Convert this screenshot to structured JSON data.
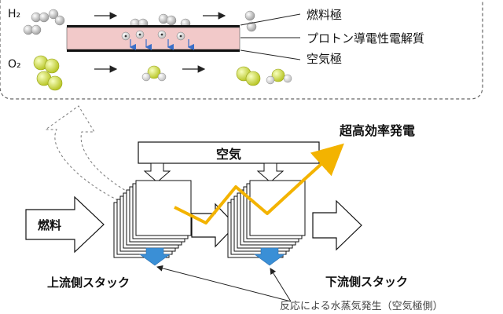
{
  "inset": {
    "h2_label": "H₂",
    "o2_label": "O₂",
    "fuel_electrode": "燃料極",
    "membrane": "プロトン導電性電解質",
    "air_electrode": "空気極"
  },
  "system": {
    "air_label": "空気",
    "fuel_label": "燃料",
    "efficiency_label": "超高効率発電",
    "upstream_label": "上流側スタック",
    "downstream_label": "下流側スタック",
    "water_note": "反応による水蒸気発生（空気極側）"
  },
  "colors": {
    "membrane": "#f2c9c9",
    "oxygen": "#d9e64f",
    "efficiency_arrow": "#f3b300",
    "water_drop": "#3a8fd6"
  }
}
